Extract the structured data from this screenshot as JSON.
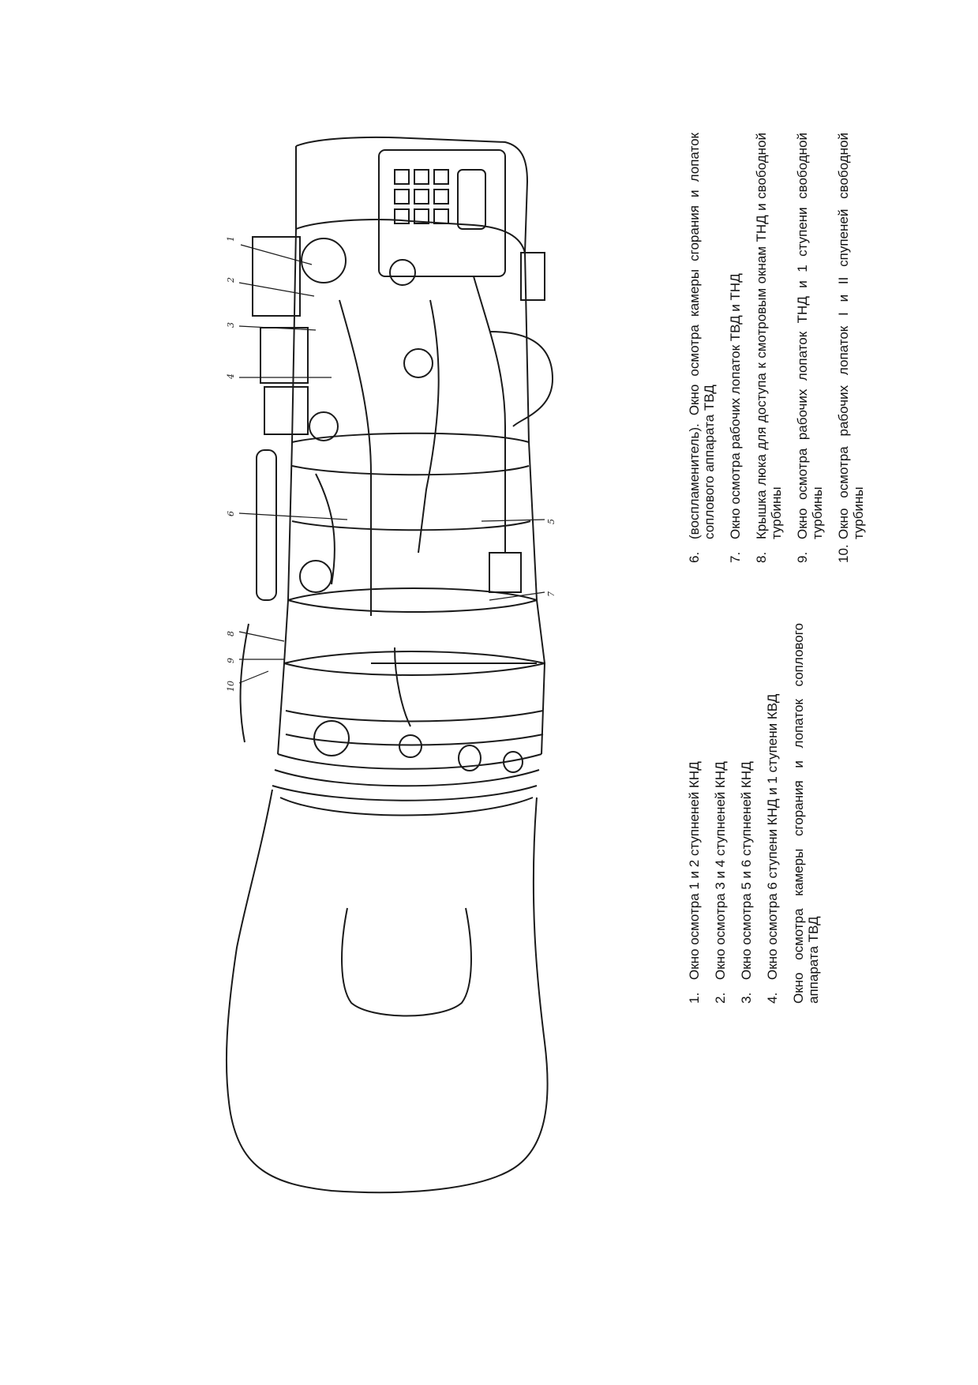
{
  "figure": {
    "callouts": [
      "1",
      "2",
      "3",
      "4",
      "5",
      "6",
      "7",
      "8",
      "9",
      "10"
    ]
  },
  "legend": {
    "left_column": [
      {
        "num": "1.",
        "text": "Окно осмотра 1 и 2 ступненей КНД"
      },
      {
        "num": "2.",
        "text": "Окно осмотра 3 и 4 ступненей КНД"
      },
      {
        "num": "3.",
        "text": "Окно осмотра 5 и 6 ступненей КНД"
      },
      {
        "num": "4.",
        "text": "Окно осмотра 6 ступени КНД и 1 ступени КВД"
      },
      {
        "num": "",
        "text": "Окно осмотра камеры сгорания и лопаток соплового аппарата ТВД"
      }
    ],
    "right_column": [
      {
        "num": "6.",
        "text": "(воспламенитель). Окно осмотра камеры сгорания и лопаток соплового аппарата ТВД"
      },
      {
        "num": "7.",
        "text": "Окно осмотра рабочих лопаток ТВД и ТНД"
      },
      {
        "num": "8.",
        "text": "Крышка люка для доступа к смотровым окнам ТНД и свободной турбины"
      },
      {
        "num": "9.",
        "text": "Окно осмотра рабочих лопаток ТНД и 1 ступени свободной турбины"
      },
      {
        "num": "10.",
        "text": "Окно осмотра рабочих лопаток I и II спупеней свободной турбины"
      }
    ]
  }
}
